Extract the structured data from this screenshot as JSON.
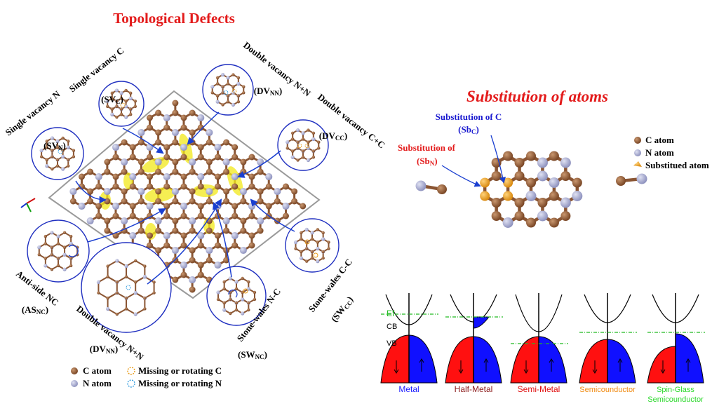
{
  "colors": {
    "title_red": "#e31b1b",
    "carbon": "#8a5533",
    "nitrogen": "#a7abd0",
    "defect_highlight": "#f2e81a",
    "ring": "#1f2fc0",
    "arrow": "#1a3fd0",
    "spin_down": "#ff1010",
    "spin_up": "#1010ff",
    "fermi": "#22bb22",
    "substituted": "#e89a16"
  },
  "left": {
    "title": "Topological Defects",
    "labels": {
      "sv_n": "Single vacancy N",
      "sv_n_abbr": "(SV",
      "sv_n_sub": "N",
      "sv_c": "Single vacancy C",
      "sv_c_abbr": "(SV",
      "sv_c_sub": "C",
      "dv_nn_top": "Double vacancy N+N",
      "dv_nn_top_abbr": "(DV",
      "dv_nn_top_sub": "NN",
      "dv_cc": "Double vacancy C+C",
      "dv_cc_abbr": "(DV",
      "dv_cc_sub": "CC",
      "as_nc": "Anti-side NC",
      "as_nc_abbr": "(AS",
      "as_nc_sub": "NC",
      "dv_nn_bot": "Double vacancy N+N",
      "dv_nn_bot_abbr": "(DV",
      "dv_nn_bot_sub": "NN",
      "sw_nc": "Stone-wales N-C",
      "sw_nc_abbr": "(SW",
      "sw_nc_sub": "NC",
      "sw_cc": "Stone-wales C-C",
      "sw_cc_abbr": "(SW",
      "sw_cc_sub": "CC",
      "close_paren": ")"
    },
    "legend": {
      "c_atom": "C atom",
      "n_atom": "N atom",
      "missing_c": "Missing or rotating C",
      "missing_n": "Missing or rotating N"
    }
  },
  "right": {
    "title": "Substitution of atoms",
    "sub_c": "Substitution of C",
    "sub_c_abbr": "(Sb",
    "sub_c_sub": "C",
    "sub_n": "Substitution of",
    "sub_n_abbr": "(Sb",
    "sub_n_sub": "N",
    "close_paren": ")",
    "legend": {
      "c_atom": "C atom",
      "n_atom": "N atom",
      "substituted": "Substitued atom"
    }
  },
  "bands": {
    "ef": "Ef",
    "cb": "CB",
    "vb": "VB",
    "panels": [
      {
        "label": "Metal",
        "label2": "",
        "color": "#1a1aff"
      },
      {
        "label": "Half-Metal",
        "label2": "",
        "color": "#8b1a1a"
      },
      {
        "label": "Semi-Metal",
        "label2": "",
        "color": "#e01010"
      },
      {
        "label": "Semicounductor",
        "label2": "",
        "color": "#f08a10"
      },
      {
        "label": "Spin-Glass",
        "label2": "Semicounductor",
        "color": "#2ad82a"
      }
    ]
  }
}
